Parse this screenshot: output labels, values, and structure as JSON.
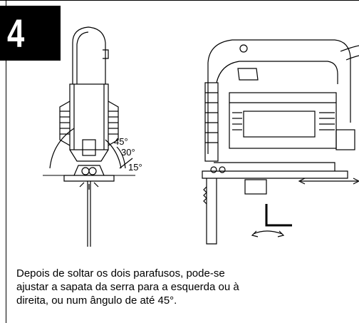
{
  "step": {
    "number": "4"
  },
  "illustration": {
    "angle_labels": [
      "45°",
      "30°",
      "15°"
    ]
  },
  "caption": {
    "lines": [
      "Depois de soltar os dois parafusos, pode-se",
      "ajustar a sapata da serra para a esquerda ou à",
      "direita, ou num ângulo de até 45°."
    ]
  }
}
